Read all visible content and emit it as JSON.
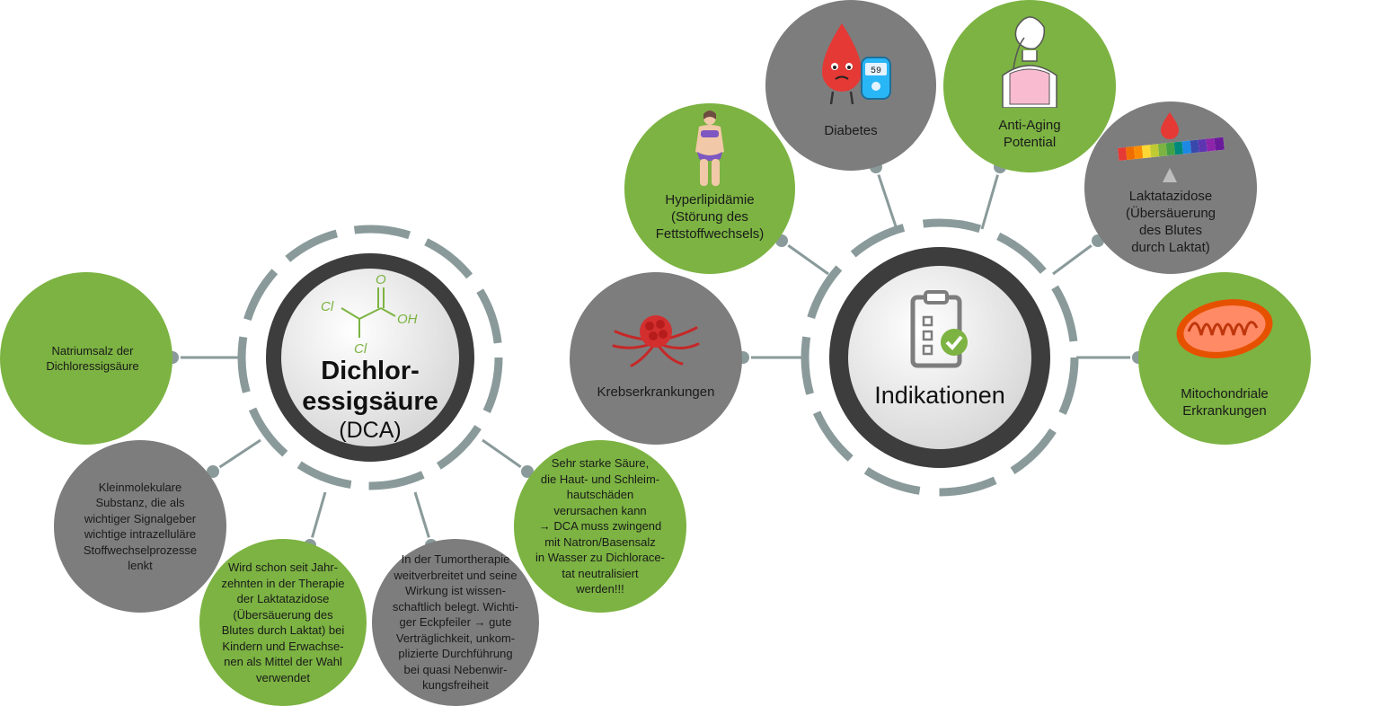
{
  "colors": {
    "green": "#7cb342",
    "gray": "#7d7d7d",
    "dark_ring": "#3d3d3d",
    "connector": "#8a9a9a"
  },
  "left_hub": {
    "formula": {
      "cl1": "Cl",
      "cl2": "Cl",
      "o": "O",
      "oh": "OH"
    },
    "title": "Dichlor-\nessigsäure",
    "subtitle": "(DCA)"
  },
  "right_hub": {
    "title": "Indikationen",
    "icon": "checklist-icon"
  },
  "left_nodes": [
    {
      "id": "natriumsalz",
      "text": "Natriumsalz der\nDichloressigsäure"
    },
    {
      "id": "kleinmolekulare",
      "text": "Kleinmolekulare\nSubstanz, die als\nwichtiger Signalgeber\nwichtige intrazelluläre\nStoffwechselprozesse\nlenkt"
    },
    {
      "id": "laktatazidose-therapie",
      "text": "Wird schon seit Jahr-\nzehnten in der Therapie\nder Laktatazidose\n(Übersäuerung des\nBlutes durch Laktat) bei\nKindern und Erwachse-\nnen als Mittel der Wahl\nverwendet"
    },
    {
      "id": "tumortherapie",
      "text": "In der Tumortherapie\nweitverbreitet und seine\nWirkung ist wissen-\nschaftlich belegt. Wichti-\nger Eckpfeiler → gute\nVerträglichkeit, unkom-\nplizierte Durchführung\nbei quasi Nebenwir-\nkungsfreiheit"
    },
    {
      "id": "saeure",
      "text": "Sehr starke Säure,\ndie Haut- und Schleim-\nhautschäden\nverursachen kann\n→ DCA muss zwingend\nmit Natron/Basensalz\nin Wasser zu Dichlorace-\ntat neutralisiert\nwerden!!!"
    }
  ],
  "right_nodes": [
    {
      "id": "krebs",
      "text": "Krebserkrankungen",
      "icon": "tumor-cell-icon"
    },
    {
      "id": "hyperlipidaemie",
      "text": "Hyperlipidämie\n(Störung des\nFettstoffwechsels)",
      "icon": "woman-figure-icon"
    },
    {
      "id": "diabetes",
      "text": "Diabetes",
      "icon": "blood-drop-glucometer-icon",
      "meter_value": "59"
    },
    {
      "id": "anti-aging",
      "text": "Anti-Aging\nPotential",
      "icon": "woman-face-icon"
    },
    {
      "id": "laktatazidose",
      "text": "Laktatazidose\n(Übersäuerung\ndes Blutes\ndurch Laktat)",
      "icon": "ph-scale-icon"
    },
    {
      "id": "mitochondrial",
      "text": "Mitochondriale\nErkrankungen",
      "icon": "mitochondrion-icon"
    }
  ]
}
